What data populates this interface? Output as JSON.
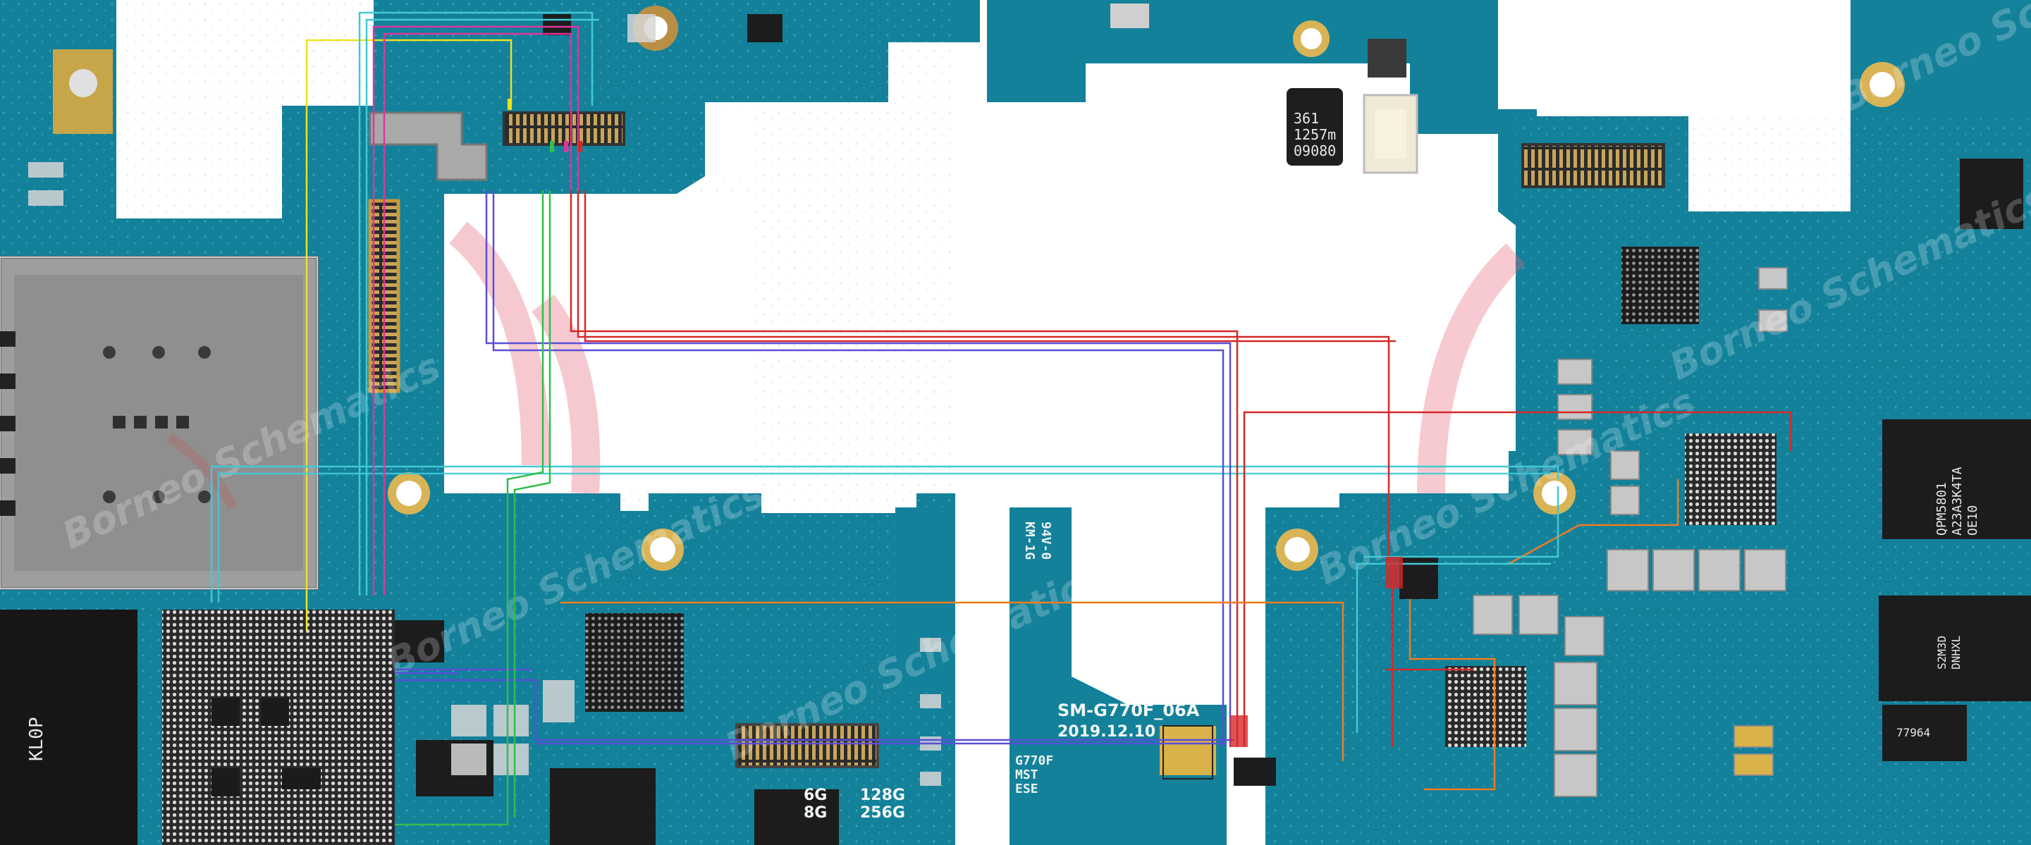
{
  "board": {
    "model_marking": "SM-G770F_06A",
    "date_marking": "2019.12.10",
    "variant_lines": [
      "G770F",
      "MST",
      "ESE"
    ],
    "memory_left": [
      "6G",
      "8G"
    ],
    "memory_right": [
      "128G",
      "256G"
    ],
    "flex_marking_a": "94V-0",
    "flex_marking_b": "KM-1G",
    "camera_chip_lines": [
      "361",
      "1257m",
      "09080"
    ],
    "rfic_lines": [
      "QPM5801",
      "A23A3K4TA",
      "OE10"
    ],
    "sdm_marking": "KL0P",
    "chip_small_lines": [
      "S2M3D",
      "DNHXL"
    ],
    "chip_small_b": "77964",
    "watermark": "Borneo Schematics"
  },
  "colors": {
    "pcb": "#13819a",
    "pcb_dark": "#0c6a80",
    "trace_red": "#d62828",
    "trace_blue": "#5a4fd8",
    "trace_cyan": "#41c9d6",
    "trace_yellow": "#f0e120",
    "trace_magenta": "#e0349c",
    "trace_green": "#2fbf4a",
    "trace_orange": "#f07c1e"
  }
}
